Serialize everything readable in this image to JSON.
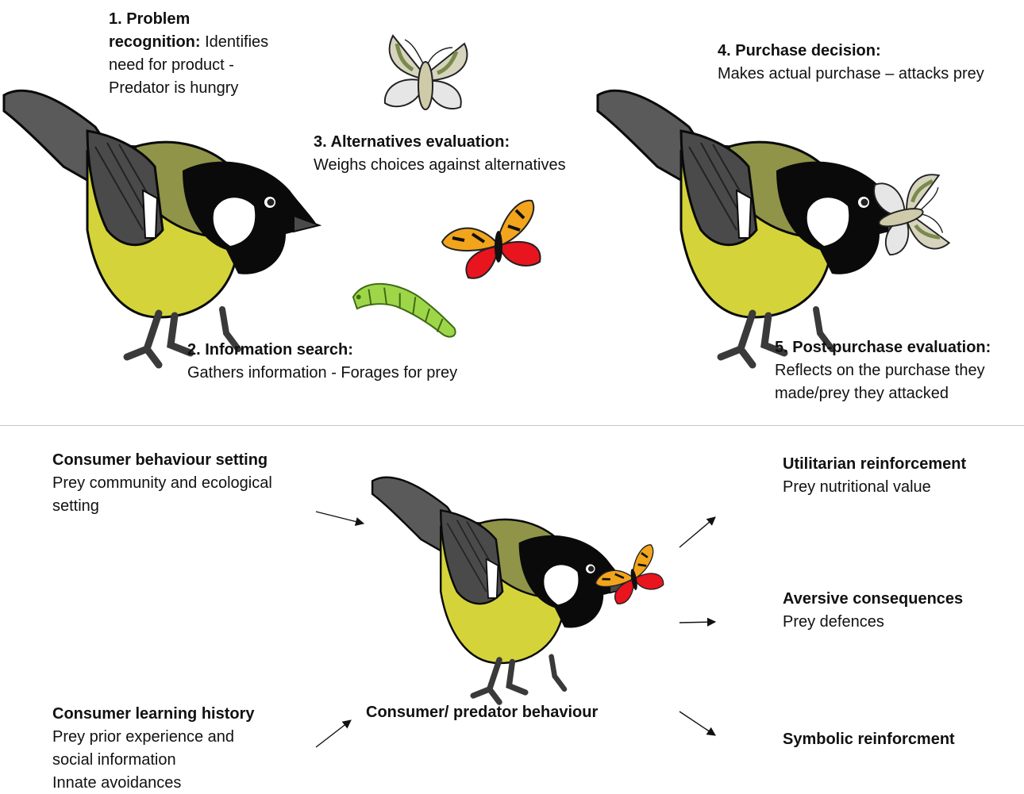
{
  "top": {
    "step1": {
      "title": "1. Problem",
      "title_cont": "recognition:",
      "text_a": " Identifies",
      "text_b": "need  for product -",
      "text_c": "Predator is hungry"
    },
    "step2": {
      "title": "2. Information search:",
      "text": "Gathers information - Forages for prey"
    },
    "step3": {
      "title": "3. Alternatives evaluation:",
      "text": "Weighs choices against alternatives"
    },
    "step4": {
      "title": "4. Purchase decision:",
      "text": "Makes actual purchase – attacks prey"
    },
    "step5": {
      "title": "5. Post-purchase evaluation:",
      "text_a": "Reflects on the purchase they",
      "text_b": "made/prey they attacked"
    }
  },
  "bottom": {
    "setting": {
      "title": "Consumer behaviour setting",
      "text_a": "Prey community and ecological",
      "text_b": "setting"
    },
    "history": {
      "title": "Consumer learning history",
      "text_a": "Prey prior experience and",
      "text_b": "social information",
      "text_c": "Innate avoidances"
    },
    "center": {
      "title": "Consumer/ predator behaviour"
    },
    "utilitarian": {
      "title": "Utilitarian reinforcement",
      "text": "Prey nutritional value"
    },
    "aversive": {
      "title": "Aversive consequences",
      "text": "Prey defences"
    },
    "symbolic": {
      "title": "Symbolic reinforcment"
    }
  },
  "colors": {
    "bird_yellow": "#d4d43a",
    "bird_olive": "#8f9448",
    "bird_grey": "#5a5a5a",
    "bird_black": "#0a0a0a",
    "moth_pale": "#d6d4bf",
    "moth_green": "#7a8a4a",
    "butterfly_red": "#e8141e",
    "butterfly_orange": "#f2a51c",
    "caterpillar_green": "#9ed64a"
  },
  "icons": [
    "great-tit-bird",
    "pale-moth",
    "red-tiger-moth",
    "green-caterpillar",
    "arrow"
  ]
}
